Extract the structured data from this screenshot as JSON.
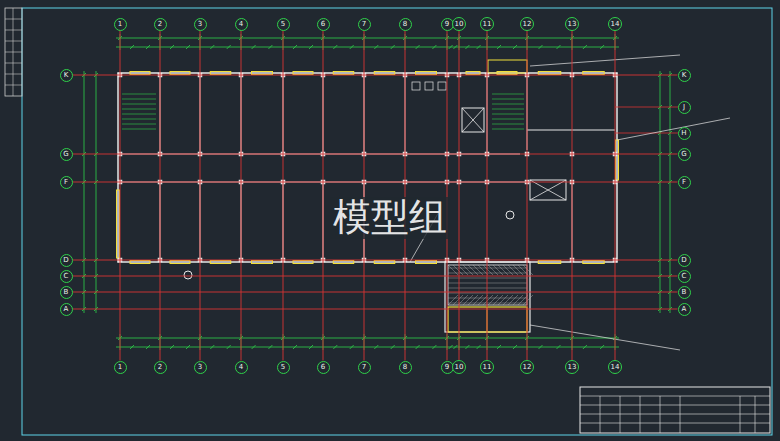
{
  "diagram": {
    "nodes": [
      {
        "text": [
          "1"
        ]
      },
      {
        "text": [
          "2"
        ]
      },
      {
        "text": [
          "3"
        ]
      },
      {
        "text": [
          "4"
        ]
      },
      {
        "text": [
          "5"
        ]
      },
      {
        "text": [
          "6"
        ]
      },
      {
        "text": [
          "7"
        ]
      },
      {
        "text": [
          "8"
        ]
      },
      {
        "text": [
          "9"
        ]
      },
      {
        "text": [
          "10"
        ]
      },
      {
        "text": [
          "11"
        ]
      },
      {
        "text": [
          "12"
        ]
      },
      {
        "text": [
          "13"
        ]
      },
      {
        "text": [
          "14"
        ]
      },
      {
        "text": [
          "1"
        ]
      },
      {
        "text": [
          "2"
        ]
      },
      {
        "text": [
          "3"
        ]
      },
      {
        "text": [
          "4"
        ]
      },
      {
        "text": [
          "5"
        ]
      },
      {
        "text": [
          "6"
        ]
      },
      {
        "text": [
          "7"
        ]
      },
      {
        "text": [
          "8"
        ]
      },
      {
        "text": [
          "9"
        ]
      },
      {
        "text": [
          "10"
        ]
      },
      {
        "text": [
          "11"
        ]
      },
      {
        "text": [
          "12"
        ]
      },
      {
        "text": [
          "13"
        ]
      },
      {
        "text": [
          "14"
        ]
      },
      {
        "text": [
          "K"
        ]
      },
      {
        "text": [
          "G"
        ]
      },
      {
        "text": [
          "F"
        ]
      },
      {
        "text": [
          "D"
        ]
      },
      {
        "text": [
          "C"
        ]
      },
      {
        "text": [
          "B"
        ]
      },
      {
        "text": [
          "A"
        ]
      },
      {
        "text": [
          "K"
        ]
      },
      {
        "text": [
          "J"
        ]
      },
      {
        "text": [
          "H"
        ]
      },
      {
        "text": [
          "G"
        ]
      },
      {
        "text": [
          "F"
        ]
      },
      {
        "text": [
          "D"
        ]
      },
      {
        "text": [
          "C"
        ]
      },
      {
        "text": [
          "B"
        ]
      },
      {
        "text": [
          "A"
        ]
      }
    ],
    "edges": [
      {
        "from": 0,
        "to": 14,
        "arrow": "none"
      },
      {
        "from": 1,
        "to": 15,
        "arrow": "none"
      },
      {
        "from": 2,
        "to": 16,
        "arrow": "none"
      },
      {
        "from": 3,
        "to": 17,
        "arrow": "none"
      },
      {
        "from": 4,
        "to": 18,
        "arrow": "none"
      },
      {
        "from": 5,
        "to": 19,
        "arrow": "none"
      },
      {
        "from": 6,
        "to": 20,
        "arrow": "none"
      },
      {
        "from": 7,
        "to": 21,
        "arrow": "none"
      },
      {
        "from": 8,
        "to": 22,
        "arrow": "none"
      },
      {
        "from": 9,
        "to": 23,
        "arrow": "none"
      },
      {
        "from": 10,
        "to": 24,
        "arrow": "none"
      },
      {
        "from": 11,
        "to": 25,
        "arrow": "none"
      },
      {
        "from": 12,
        "to": 26,
        "arrow": "none"
      },
      {
        "from": 13,
        "to": 27,
        "arrow": "none"
      },
      {
        "from": 28,
        "to": 35,
        "arrow": "none"
      },
      {
        "from": 29,
        "to": 38,
        "arrow": "none"
      },
      {
        "from": 30,
        "to": 39,
        "arrow": "none"
      },
      {
        "from": 31,
        "to": 40,
        "arrow": "none"
      },
      {
        "from": 32,
        "to": 41,
        "arrow": "none"
      },
      {
        "from": 33,
        "to": 42,
        "arrow": "none"
      },
      {
        "from": 34,
        "to": 43,
        "arrow": "none"
      }
    ],
    "labels": [
      "模型组"
    ]
  }
}
